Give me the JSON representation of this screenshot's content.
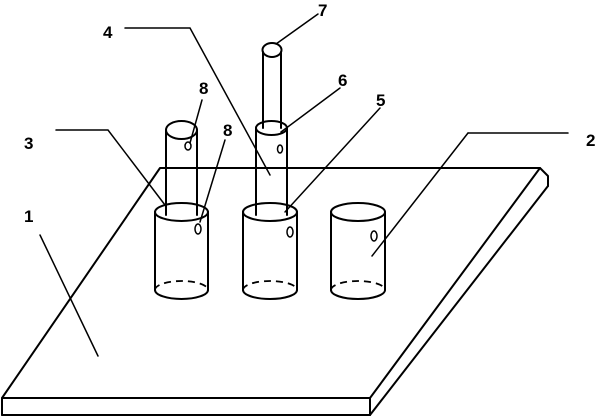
{
  "labels": {
    "plate": "1",
    "empty_cylinder": "2",
    "left_fitting": "3",
    "middle_rod": "4",
    "middle_cylinder": "5",
    "middle_sleeve": "6",
    "middle_rod_top": "7",
    "left_hole_upper": "8",
    "left_hole_lower": "8"
  }
}
